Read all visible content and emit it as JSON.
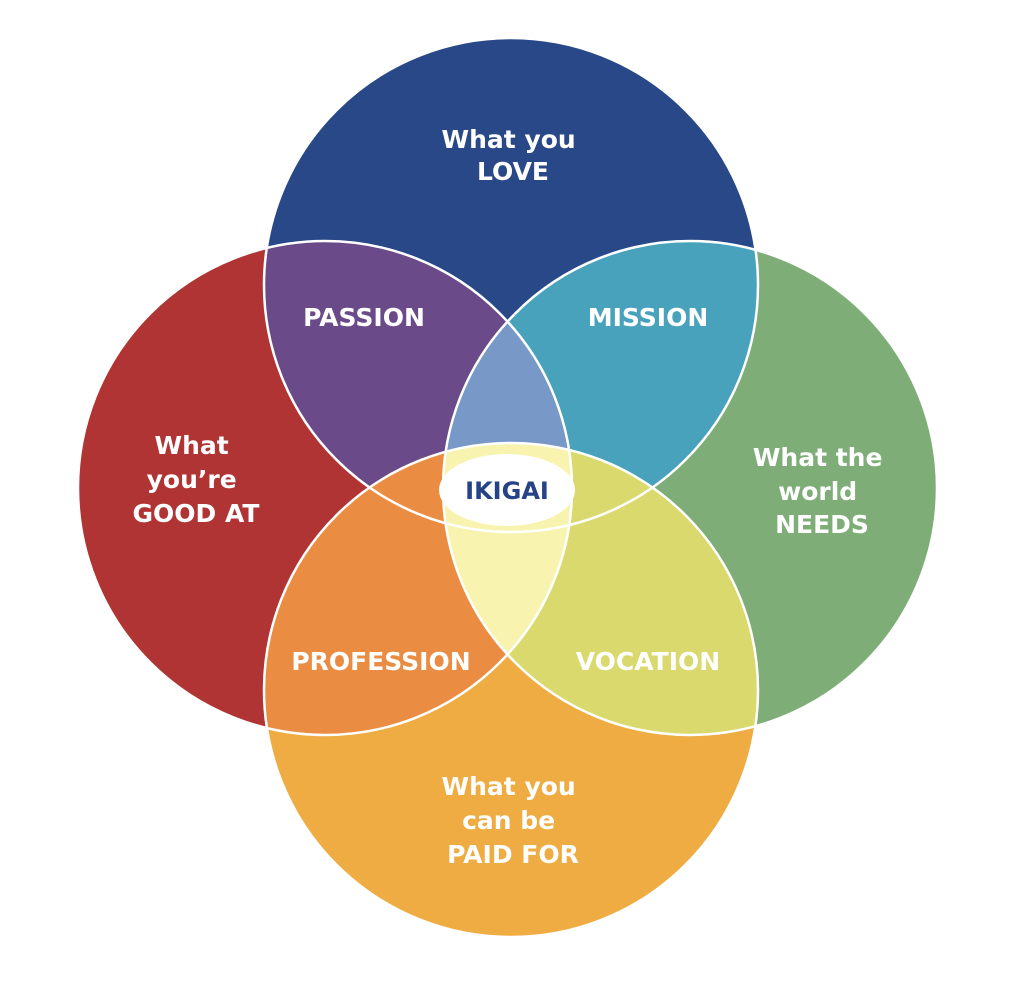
{
  "diagram": {
    "circles": {
      "love": {
        "lines": [
          "What you",
          "LOVE"
        ],
        "color": "#284888"
      },
      "good": {
        "lines": [
          "What",
          "you’re",
          "GOOD AT"
        ],
        "color": "#B13434"
      },
      "world": {
        "lines": [
          "What the",
          "world",
          "NEEDS"
        ],
        "color": "#7EAD77"
      },
      "paid": {
        "lines": [
          "What you",
          "can be",
          "PAID FOR"
        ],
        "color": "#EFAC42"
      }
    },
    "overlaps": {
      "passion": {
        "label": "PASSION",
        "color": "#6A4A88"
      },
      "mission": {
        "label": "MISSION",
        "color": "#48A2BB"
      },
      "profession": {
        "label": "PROFESSION",
        "color": "#EA8D43"
      },
      "vocation": {
        "label": "VOCATION",
        "color": "#D9D96D"
      }
    },
    "triple": {
      "top": {
        "color": "#7898C8"
      },
      "bottom": {
        "color": "#F8F4B0"
      }
    },
    "center": {
      "label": "IKIGAI",
      "color": "#264386"
    }
  }
}
